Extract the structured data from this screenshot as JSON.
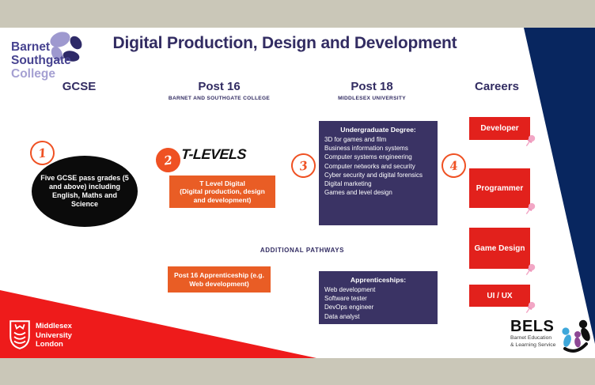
{
  "title": "Digital Production, Design and Development",
  "college_logo": {
    "line1": "Barnet",
    "line2": "Southgate",
    "line3": "College"
  },
  "columns": {
    "gcse": {
      "label": "GCSE"
    },
    "post16": {
      "label": "Post 16",
      "sub": "BARNET AND SOUTHGATE COLLEGE"
    },
    "post18": {
      "label": "Post 18",
      "sub": "MIDDLESEX UNIVERSITY"
    },
    "careers": {
      "label": "Careers"
    }
  },
  "steps": {
    "one": "1",
    "two": "2",
    "three": "3",
    "four": "4"
  },
  "gcse_requirement": "Five GCSE pass grades (5 and above) including English, Maths and Science",
  "post16": {
    "tlevels_logo": "T-LEVELS",
    "tlevel_box_line1": "T Level Digital",
    "tlevel_box_line2": "(Digital production, design and development)",
    "apprenticeship_box": "Post 16 Apprenticeship (e.g. Web development)"
  },
  "post18": {
    "degree_title": "Undergraduate Degree:",
    "degree_items": [
      "3D for games and film",
      "Business information systems",
      "Computer systems engineering",
      "Computer networks and security",
      "Cyber security and digital forensics",
      "Digital marketing",
      "Games and level design"
    ],
    "apprenticeships_title": "Apprenticeships:",
    "apprenticeship_items": [
      "Web development",
      "Software tester",
      "DevOps engineer",
      "Data analyst"
    ]
  },
  "additional_pathways_label": "ADDITIONAL PATHWAYS",
  "careers": [
    "Developer",
    "Programmer",
    "Game Design",
    "UI / UX"
  ],
  "middlesex_logo": {
    "line1": "Middlesex",
    "line2": "University",
    "line3": "London"
  },
  "bels_logo": {
    "name": "BELS",
    "sub1": "Barnet Education",
    "sub2": "& Learning Service"
  },
  "colors": {
    "background_grey": "#cac7b8",
    "navy_wedge": "#08265f",
    "heading_navy": "#322c62",
    "info_box_navy": "#3a3364",
    "orange": "#e95d25",
    "step_orange": "#ef5123",
    "career_red": "#e2211c",
    "middlesex_red": "#ee1b1b",
    "pin_pink": "#f2a6c5",
    "logo_lavender": "#9e99cf",
    "oval_black": "#0b0b0b"
  }
}
